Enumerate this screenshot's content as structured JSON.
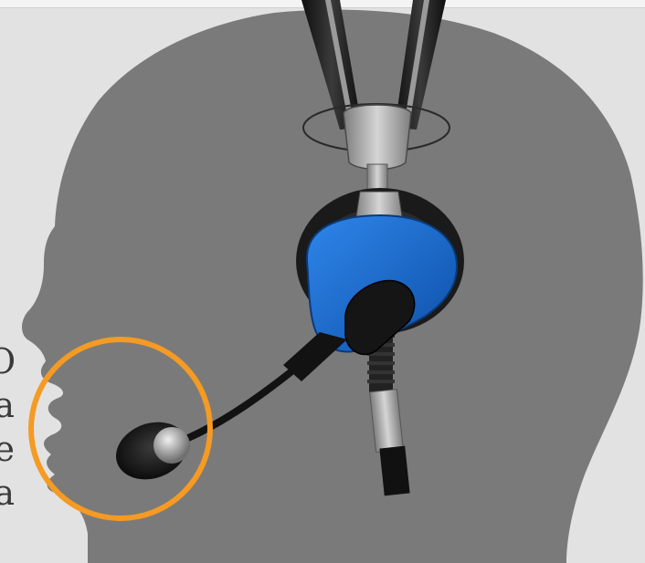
{
  "edge_text": {
    "lines": [
      "O",
      "a",
      "e",
      "a"
    ]
  },
  "colors": {
    "background": "#e2e2e2",
    "head_silhouette": "#7a7a7a",
    "headset_blue": "#1f6fd0",
    "headset_black": "#151515",
    "highlight_ring": "#f59a23"
  },
  "icons": {
    "headset": "headset-icon",
    "microphone": "microphone-icon",
    "highlight": "highlight-circle"
  }
}
